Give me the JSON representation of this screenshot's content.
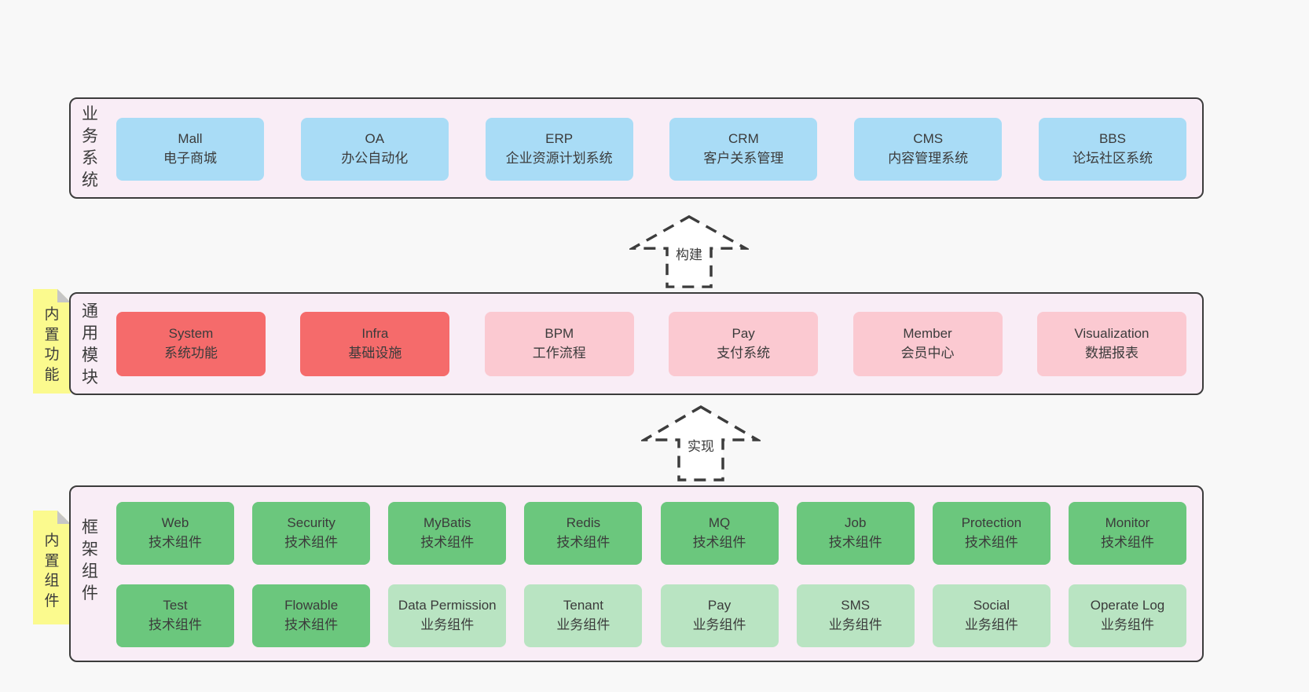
{
  "colors": {
    "page_bg": "#f8f8f8",
    "panel_bg": "#f9edf6",
    "panel_border": "#3c3c3c",
    "blue": "#a9dcf6",
    "red": "#f56b6b",
    "pink": "#fbc9d1",
    "green": "#6bc77d",
    "light_green": "#b9e4c2",
    "yellow": "#fbfa8e",
    "fold_gray": "#c6c6c6",
    "text": "#3b3b3b"
  },
  "arrows": [
    {
      "label": "构建"
    },
    {
      "label": "实现"
    }
  ],
  "sections": {
    "business": {
      "label": "业务系统",
      "boxes": [
        {
          "name": "Mall",
          "desc": "电子商城"
        },
        {
          "name": "OA",
          "desc": "办公自动化"
        },
        {
          "name": "ERP",
          "desc": "企业资源计划系统"
        },
        {
          "name": "CRM",
          "desc": "客户关系管理"
        },
        {
          "name": "CMS",
          "desc": "内容管理系统"
        },
        {
          "name": "BBS",
          "desc": "论坛社区系统"
        }
      ]
    },
    "modules": {
      "label": "通用模块",
      "tab": "内置功能",
      "boxes": [
        {
          "name": "System",
          "desc": "系统功能"
        },
        {
          "name": "Infra",
          "desc": "基础设施"
        },
        {
          "name": "BPM",
          "desc": "工作流程"
        },
        {
          "name": "Pay",
          "desc": "支付系统"
        },
        {
          "name": "Member",
          "desc": "会员中心"
        },
        {
          "name": "Visualization",
          "desc": "数据报表"
        }
      ]
    },
    "framework": {
      "label": "框架组件",
      "tab": "内置组件",
      "row1": [
        {
          "name": "Web",
          "desc": "技术组件"
        },
        {
          "name": "Security",
          "desc": "技术组件"
        },
        {
          "name": "MyBatis",
          "desc": "技术组件"
        },
        {
          "name": "Redis",
          "desc": "技术组件"
        },
        {
          "name": "MQ",
          "desc": "技术组件"
        },
        {
          "name": "Job",
          "desc": "技术组件"
        },
        {
          "name": "Protection",
          "desc": "技术组件"
        },
        {
          "name": "Monitor",
          "desc": "技术组件"
        }
      ],
      "row2": [
        {
          "name": "Test",
          "desc": "技术组件"
        },
        {
          "name": "Flowable",
          "desc": "技术组件"
        },
        {
          "name": "Data Permission",
          "desc": "业务组件"
        },
        {
          "name": "Tenant",
          "desc": "业务组件"
        },
        {
          "name": "Pay",
          "desc": "业务组件"
        },
        {
          "name": "SMS",
          "desc": "业务组件"
        },
        {
          "name": "Social",
          "desc": "业务组件"
        },
        {
          "name": "Operate Log",
          "desc": "业务组件"
        }
      ]
    }
  }
}
